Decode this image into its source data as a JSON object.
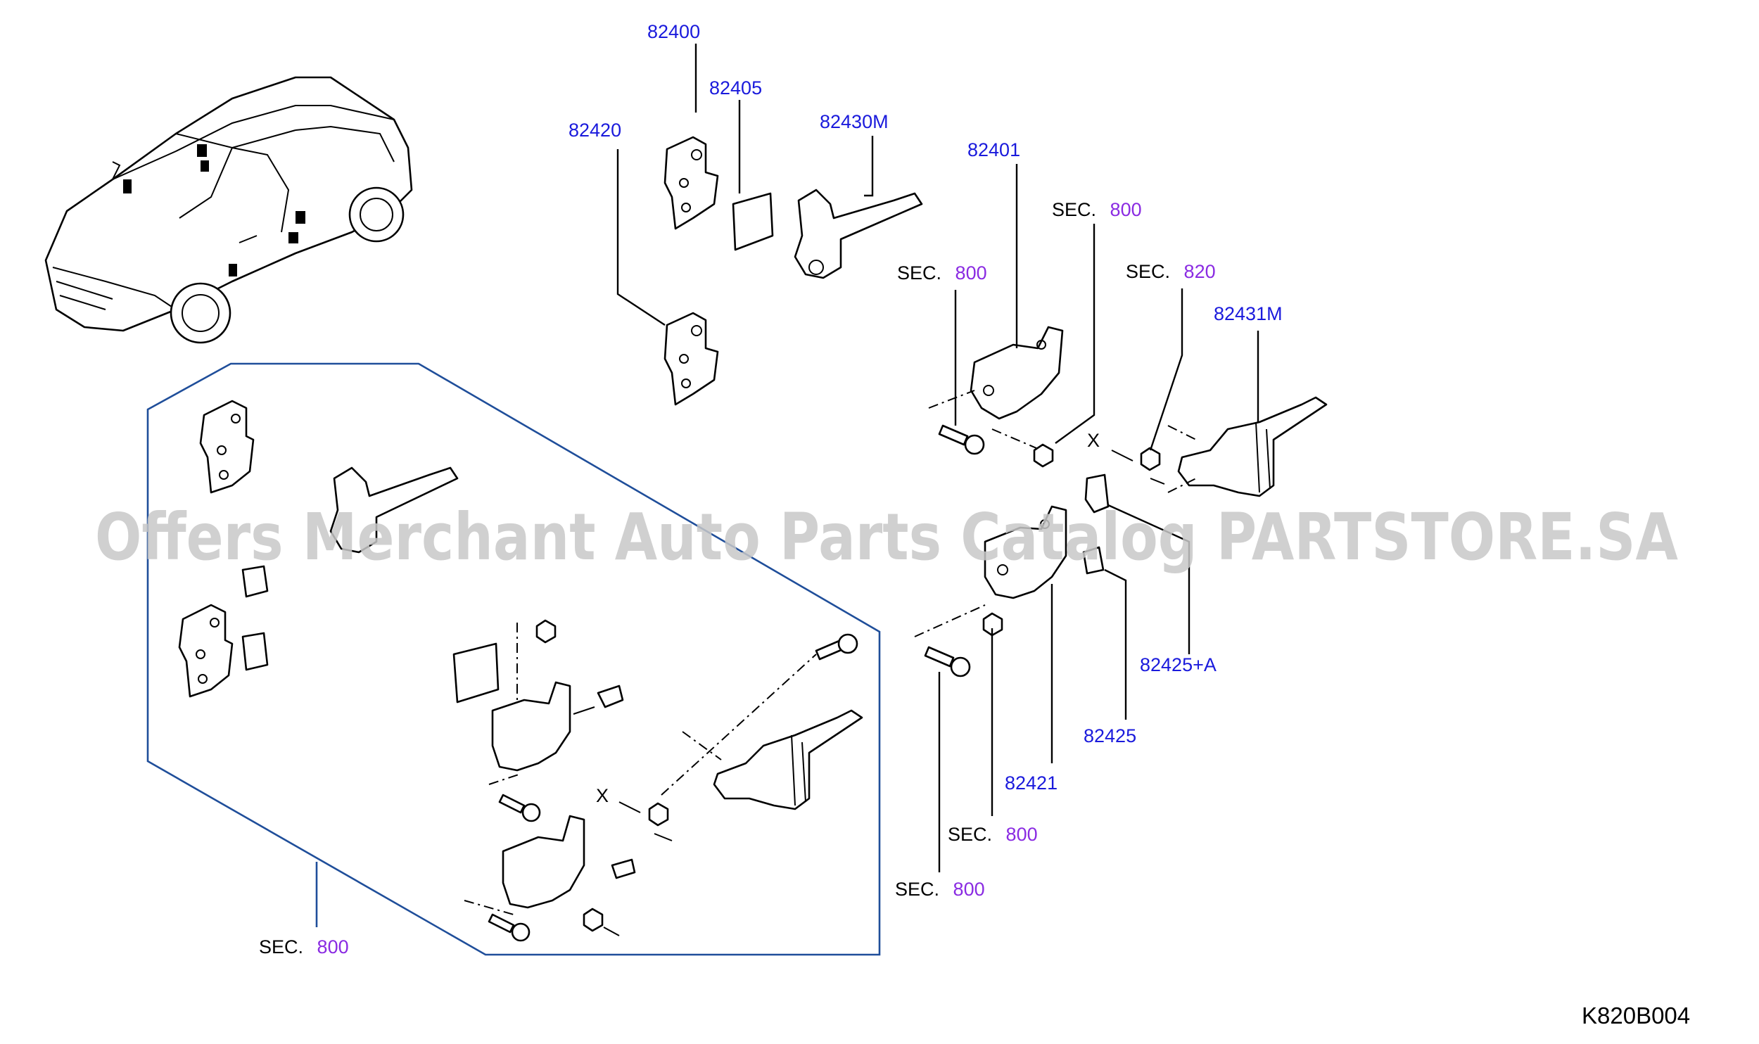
{
  "parts": {
    "p82400": "82400",
    "p82405": "82405",
    "p82420": "82420",
    "p82430M": "82430M",
    "p82401": "82401",
    "p82431M": "82431M",
    "p82425A": "82425+A",
    "p82425": "82425",
    "p82421": "82421"
  },
  "sec_refs": {
    "prefix": "SEC.",
    "r1": "800",
    "r2": "800",
    "r3": "820",
    "r4": "800",
    "r5": "800",
    "r6": "800"
  },
  "marks": {
    "x_right": "X",
    "x_inset": "X"
  },
  "watermark": "Offers Merchant Auto Parts Catalog PARTSTORE.SA",
  "diagram_code": "K820B004",
  "colors": {
    "part_number": "#1a1adc",
    "section_number": "#8a2be2",
    "frame": "#1f4e9a",
    "watermark": "#c8c8c8"
  }
}
